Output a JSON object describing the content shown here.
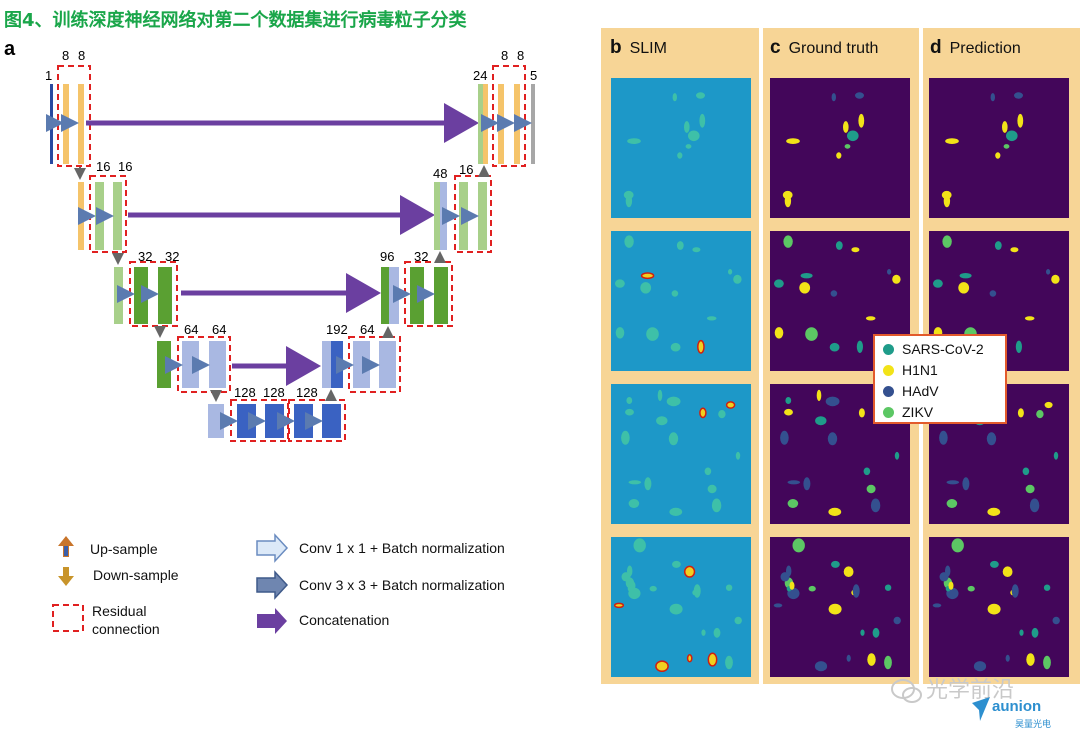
{
  "figure_title": "图4、训练深度神经网络对第二个数据集进行病毒粒子分类",
  "panel_a": {
    "label": "a",
    "channels": {
      "in": "1",
      "e1a": "8",
      "e1b": "8",
      "e2a": "16",
      "e2b": "16",
      "e3a": "32",
      "e3b": "32",
      "e4a": "64",
      "e4b": "64",
      "b1": "128",
      "b2": "128",
      "b3": "128",
      "d4a": "192",
      "d4b": "64",
      "d3a": "96",
      "d3b": "32",
      "d2a": "48",
      "d2b": "16",
      "d1a": "24",
      "d1b": "8",
      "d1c": "8",
      "out": "5"
    },
    "legend": {
      "upsample": "Up-sample",
      "downsample": "Down-sample",
      "residual_line1": "Residual",
      "residual_line2": "connection",
      "conv1x1": "Conv 1 x 1 + Batch normalization",
      "conv3x3": "Conv 3 x 3 + Batch normalization",
      "concat": "Concatenation"
    }
  },
  "panels": [
    {
      "letter": "b",
      "title": "SLIM"
    },
    {
      "letter": "c",
      "title": "Ground truth"
    },
    {
      "letter": "d",
      "title": "Prediction"
    }
  ],
  "class_legend": [
    {
      "name": "SARS-CoV-2",
      "color": "#1f9c8a"
    },
    {
      "name": "H1N1",
      "color": "#f2e318"
    },
    {
      "name": "HAdV",
      "color": "#34508f"
    },
    {
      "name": "ZIKV",
      "color": "#5cc764"
    }
  ],
  "colors": {
    "slim_bg": "#1d98c8",
    "mask_bg": "#43065a",
    "panel_bg": "#f7d596",
    "title_green": "#1aa64a"
  },
  "watermark": "光学前沿",
  "brand": "aunion",
  "brand_sub": "昊量光电"
}
